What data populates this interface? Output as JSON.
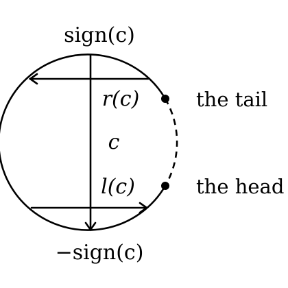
{
  "labels": {
    "top": "sign(c)",
    "bottom": "−sign(c)",
    "r": "r(c)",
    "center": "c",
    "l": "l(c)",
    "tail": "the tail",
    "head": "the head"
  }
}
